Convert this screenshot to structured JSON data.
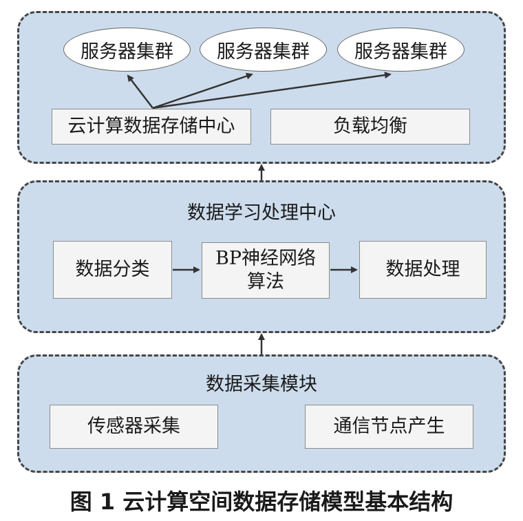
{
  "cloud_center": {
    "clusters": [
      "服务器集群",
      "服务器集群",
      "服务器集群"
    ],
    "storage_label": "云计算数据存储中心",
    "balance_label": "负载均衡"
  },
  "learning_center": {
    "title": "数据学习处理中心",
    "classify_label": "数据分类",
    "bp_label_line1": "BP神经网络",
    "bp_label_line2": "算法",
    "process_label": "数据处理"
  },
  "collection_module": {
    "title": "数据采集模块",
    "sensor_label": "传感器采集",
    "node_label": "通信节点产生"
  },
  "caption": "图 1  云计算空间数据存储模型基本结构"
}
